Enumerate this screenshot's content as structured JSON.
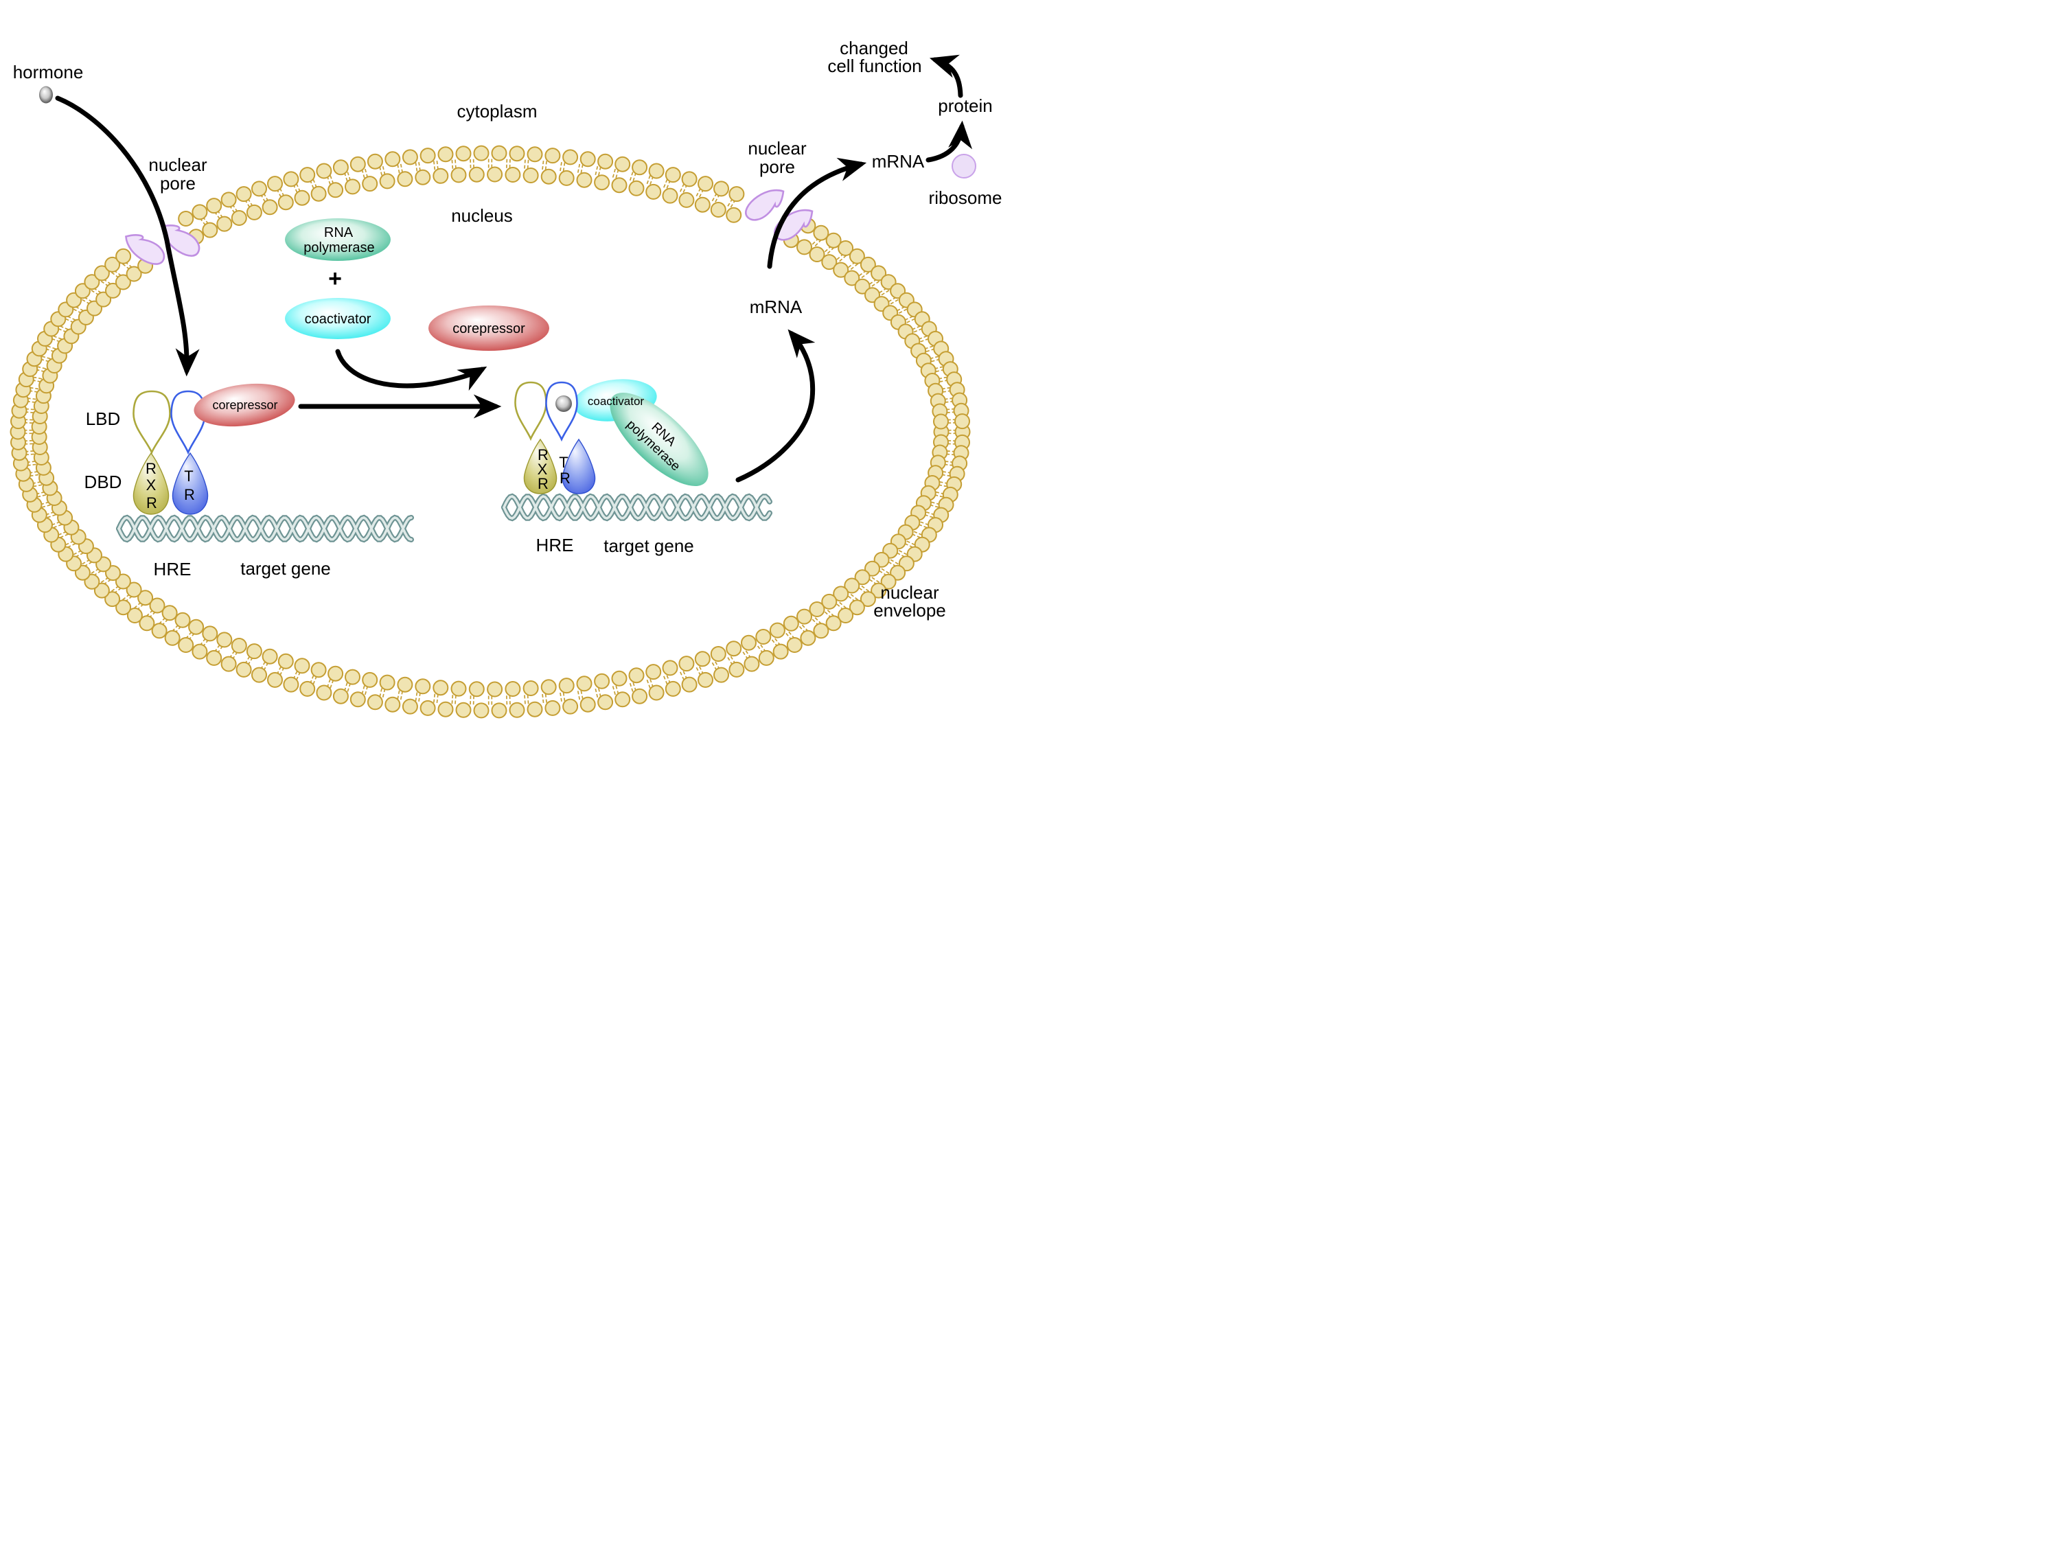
{
  "labels": {
    "hormone": "hormone",
    "cytoplasm": "cytoplasm",
    "nucleus": "nucleus",
    "nuclear_pore_left": {
      "line1": "nuclear",
      "line2": "pore"
    },
    "nuclear_pore_right": {
      "line1": "nuclear",
      "line2": "pore"
    },
    "nuclear_envelope": {
      "line1": "nuclear",
      "line2": "envelope"
    },
    "mrna_inner": "mRNA",
    "mrna_outer": "mRNA",
    "protein": "protein",
    "ribosome": "ribosome",
    "changed_cell_function": {
      "line1": "changed",
      "line2": "cell function"
    },
    "plus": "+",
    "lbd": "LBD",
    "dbd": "DBD",
    "hre_left": "HRE",
    "hre_right": "HRE",
    "target_gene_left": "target gene",
    "target_gene_right": "target gene"
  },
  "molecules": {
    "rna_polymerase_free": {
      "line1": "RNA",
      "line2": "polymerase"
    },
    "rna_polymerase_bound": {
      "line1": "RNA",
      "line2": "polymerase"
    },
    "coactivator_free": {
      "label": "coactivator"
    },
    "coactivator_bound": {
      "label": "coactivator"
    },
    "corepressor_free": {
      "label": "corepressor"
    },
    "corepressor_bound": {
      "label": "corepressor"
    },
    "rxr": {
      "l1": "R",
      "l2": "X",
      "l3": "R"
    },
    "tr": {
      "l1": "T",
      "l2": "R"
    }
  },
  "colors": {
    "membrane_head_fill": "#F0E4B2",
    "membrane_stroke": "#C59E33",
    "dna_dark": "#6E9494",
    "dna_light": "#DEE9E7",
    "coactivator": "#1FE8EC",
    "corepressor": "#C22F2F",
    "rna_polymerase": "#2CB389",
    "rxr_fill": "#AFAA3E",
    "rxr_stroke": "#ACA83C",
    "tr_fill": "#3C58DF",
    "tr_stroke": "#3A60E6",
    "pore_fill": "#F0E2FA",
    "pore_stroke": "#C08FE2",
    "ribosome_fill": "#ECDFF8",
    "ribosome_stroke": "#C9A2E9",
    "hormone_dark": "#262626",
    "arrow": "#000000",
    "text": "#000000"
  }
}
